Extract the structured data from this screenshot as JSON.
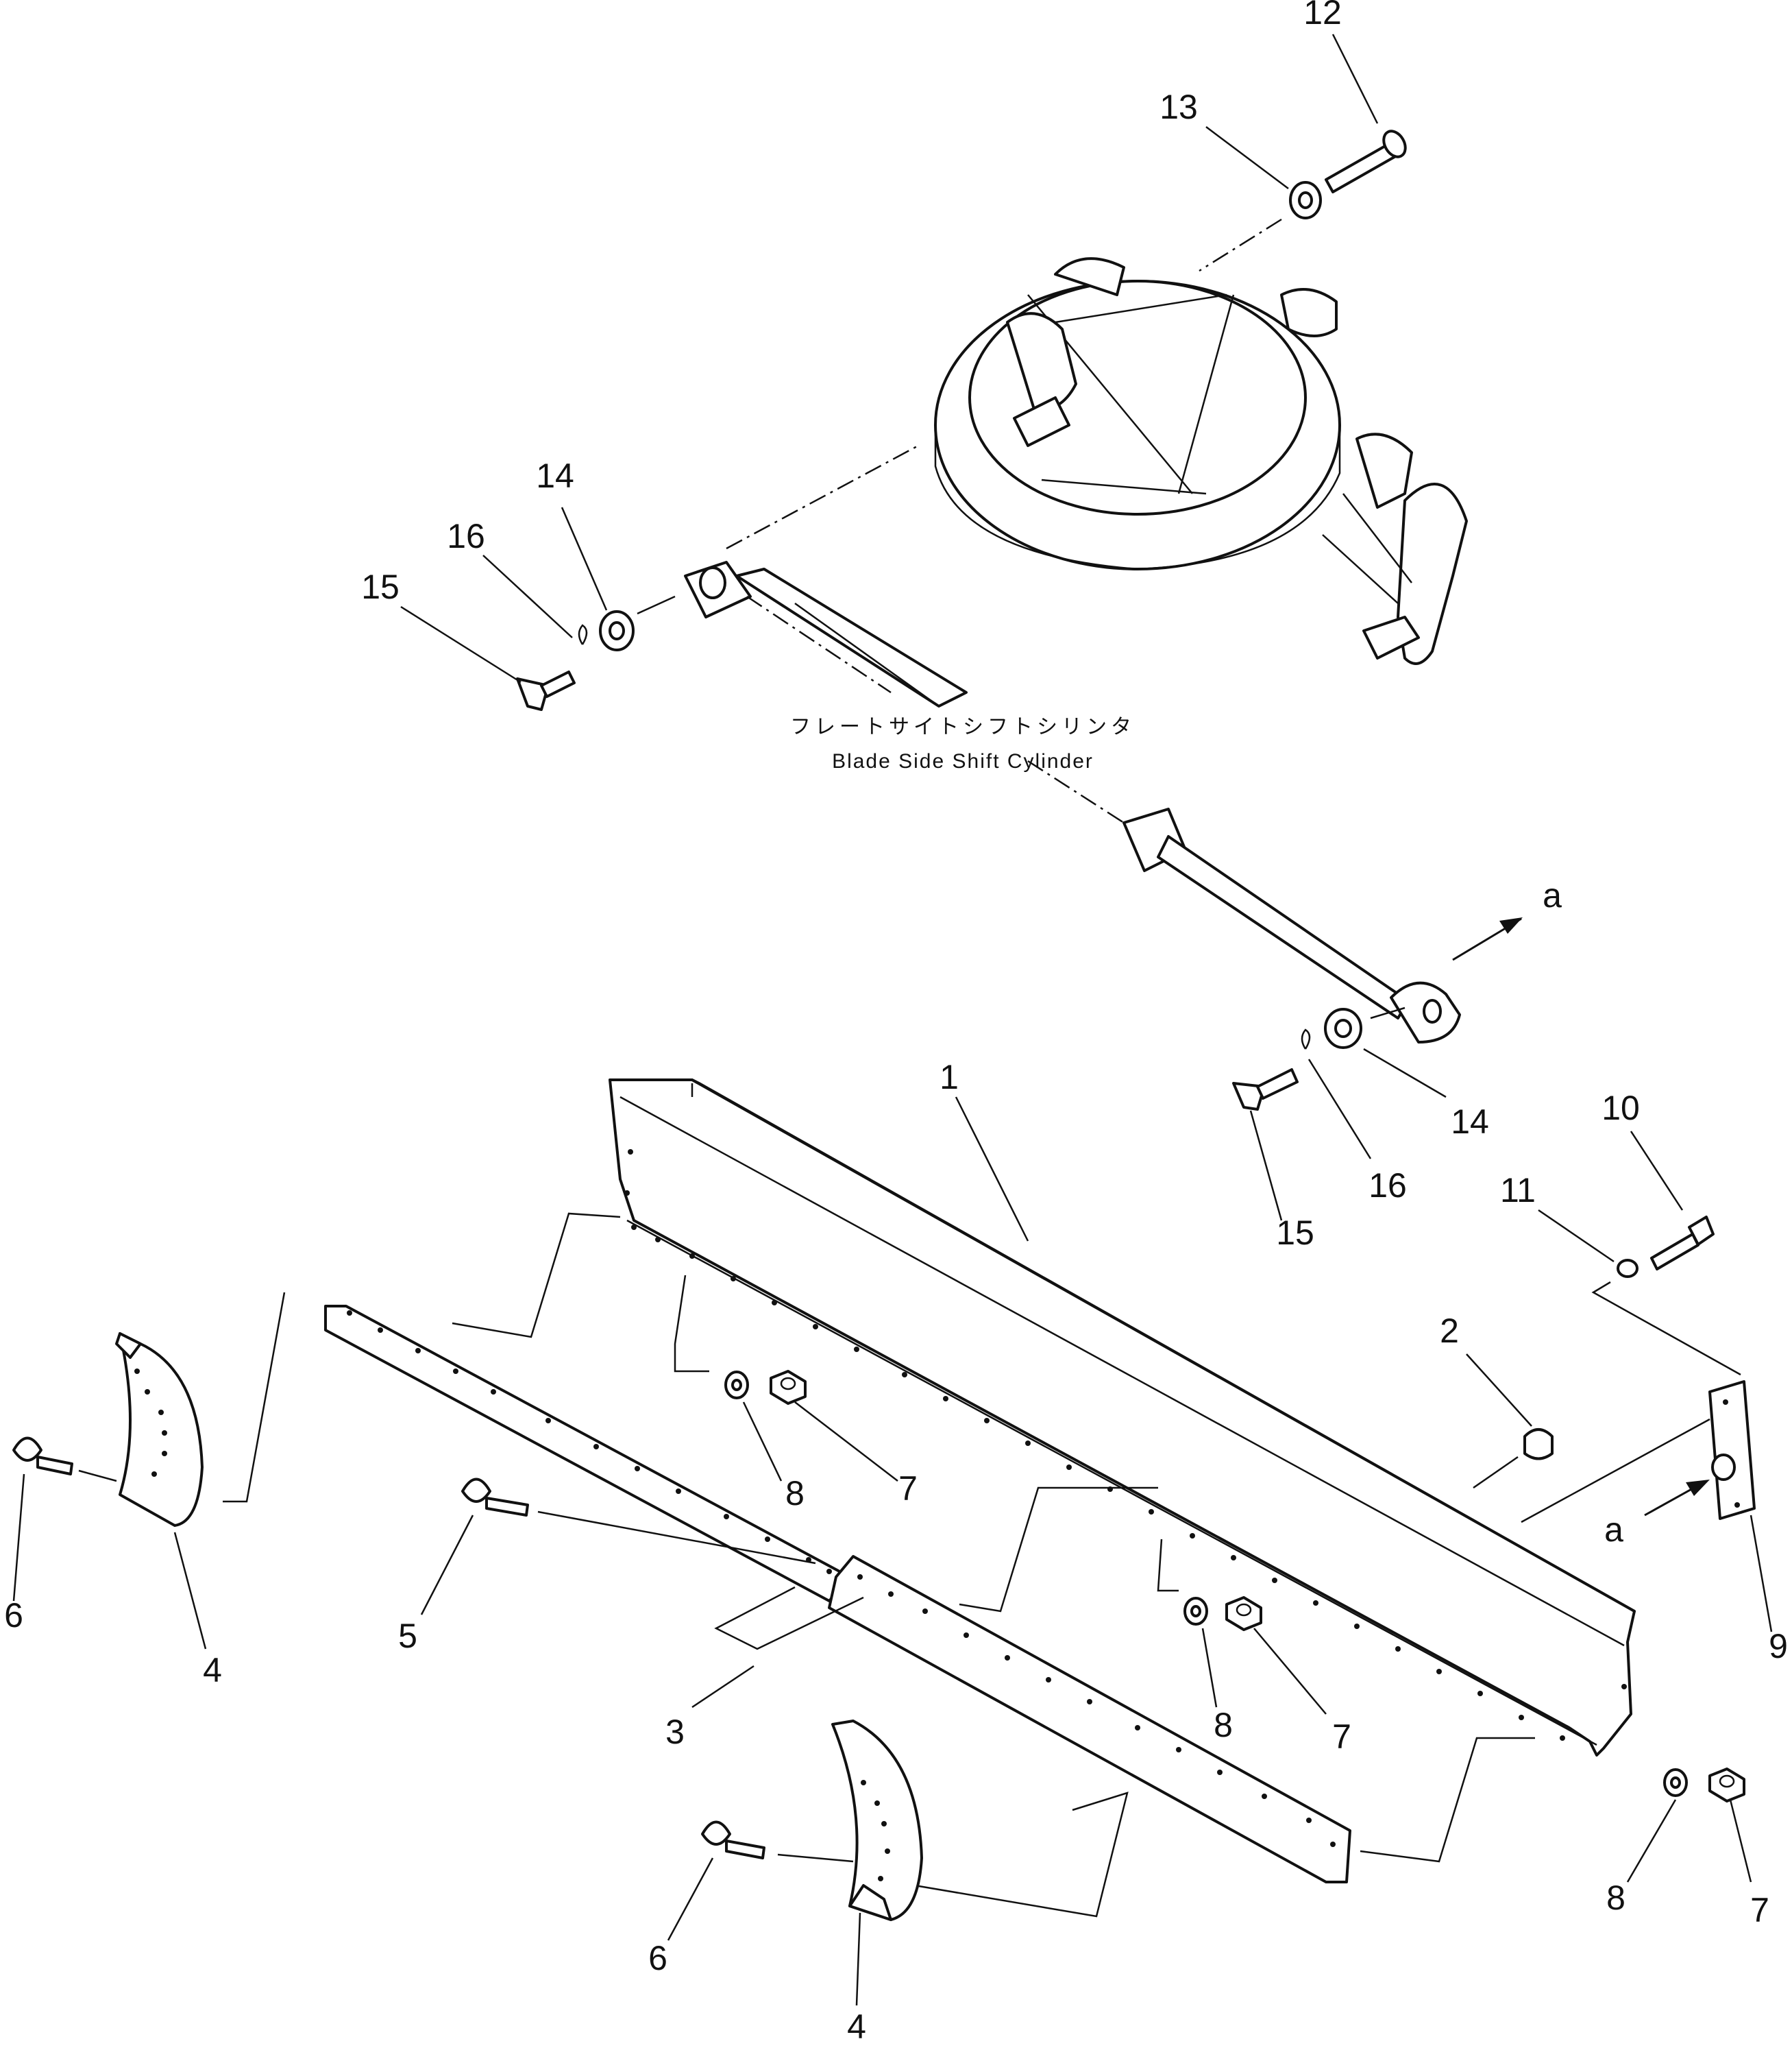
{
  "caption": {
    "japanese": "フレートサイトシフトシリンタ",
    "english": "Blade Side Shift Cylinder"
  },
  "view_markers": [
    "a",
    "a"
  ],
  "callouts": [
    {
      "id": "c12",
      "text": "12"
    },
    {
      "id": "c13",
      "text": "13"
    },
    {
      "id": "c14a",
      "text": "14"
    },
    {
      "id": "c16a",
      "text": "16"
    },
    {
      "id": "c15a",
      "text": "15"
    },
    {
      "id": "c14b",
      "text": "14"
    },
    {
      "id": "c16b",
      "text": "16"
    },
    {
      "id": "c15b",
      "text": "15"
    },
    {
      "id": "c10",
      "text": "10"
    },
    {
      "id": "c11",
      "text": "11"
    },
    {
      "id": "c1",
      "text": "1"
    },
    {
      "id": "c2",
      "text": "2"
    },
    {
      "id": "c9",
      "text": "9"
    },
    {
      "id": "c8a",
      "text": "8"
    },
    {
      "id": "c7a",
      "text": "7"
    },
    {
      "id": "c8b",
      "text": "8"
    },
    {
      "id": "c7b",
      "text": "7"
    },
    {
      "id": "c8c",
      "text": "8"
    },
    {
      "id": "c7c",
      "text": "7"
    },
    {
      "id": "c6a",
      "text": "6"
    },
    {
      "id": "c4a",
      "text": "4"
    },
    {
      "id": "c5",
      "text": "5"
    },
    {
      "id": "c3",
      "text": "3"
    },
    {
      "id": "c6b",
      "text": "6"
    },
    {
      "id": "c4b",
      "text": "4"
    }
  ]
}
